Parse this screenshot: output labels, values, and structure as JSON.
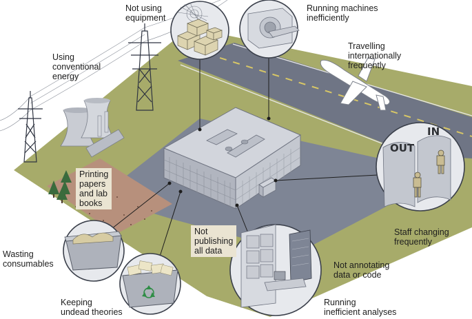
{
  "labels": {
    "not_using_equipment": "Not using\nequipment",
    "running_machines": "Running machines\ninefficiently",
    "using_energy": "Using\nconventional\nenergy",
    "travelling": "Travelling\ninternationally\nfrequently",
    "printing": "Printing\npapers\nand lab\nbooks",
    "staff_changing": "Staff changing\nfrequently",
    "not_publishing": "Not\npublishing\nall data",
    "wasting": "Wasting\nconsumables",
    "not_annotating": "Not annotating\ndata or code",
    "keeping_theories": "Keeping\nundead theories",
    "running_analyses": "Running\ninefficient analyses"
  },
  "signs": {
    "out": "OUT",
    "in": "IN"
  },
  "icons": {
    "recycle": "recycle-icon",
    "airplane": "airplane-icon",
    "pylon": "power-pylon-icon",
    "cooling_tower": "cooling-tower-icon"
  },
  "colors": {
    "grass": "#a7ab6a",
    "road": "#7e8595",
    "building": "#c1c5cd",
    "soil": "#b7907c",
    "bubble": "#e7e9ed",
    "label_box": "#eae4d2"
  }
}
